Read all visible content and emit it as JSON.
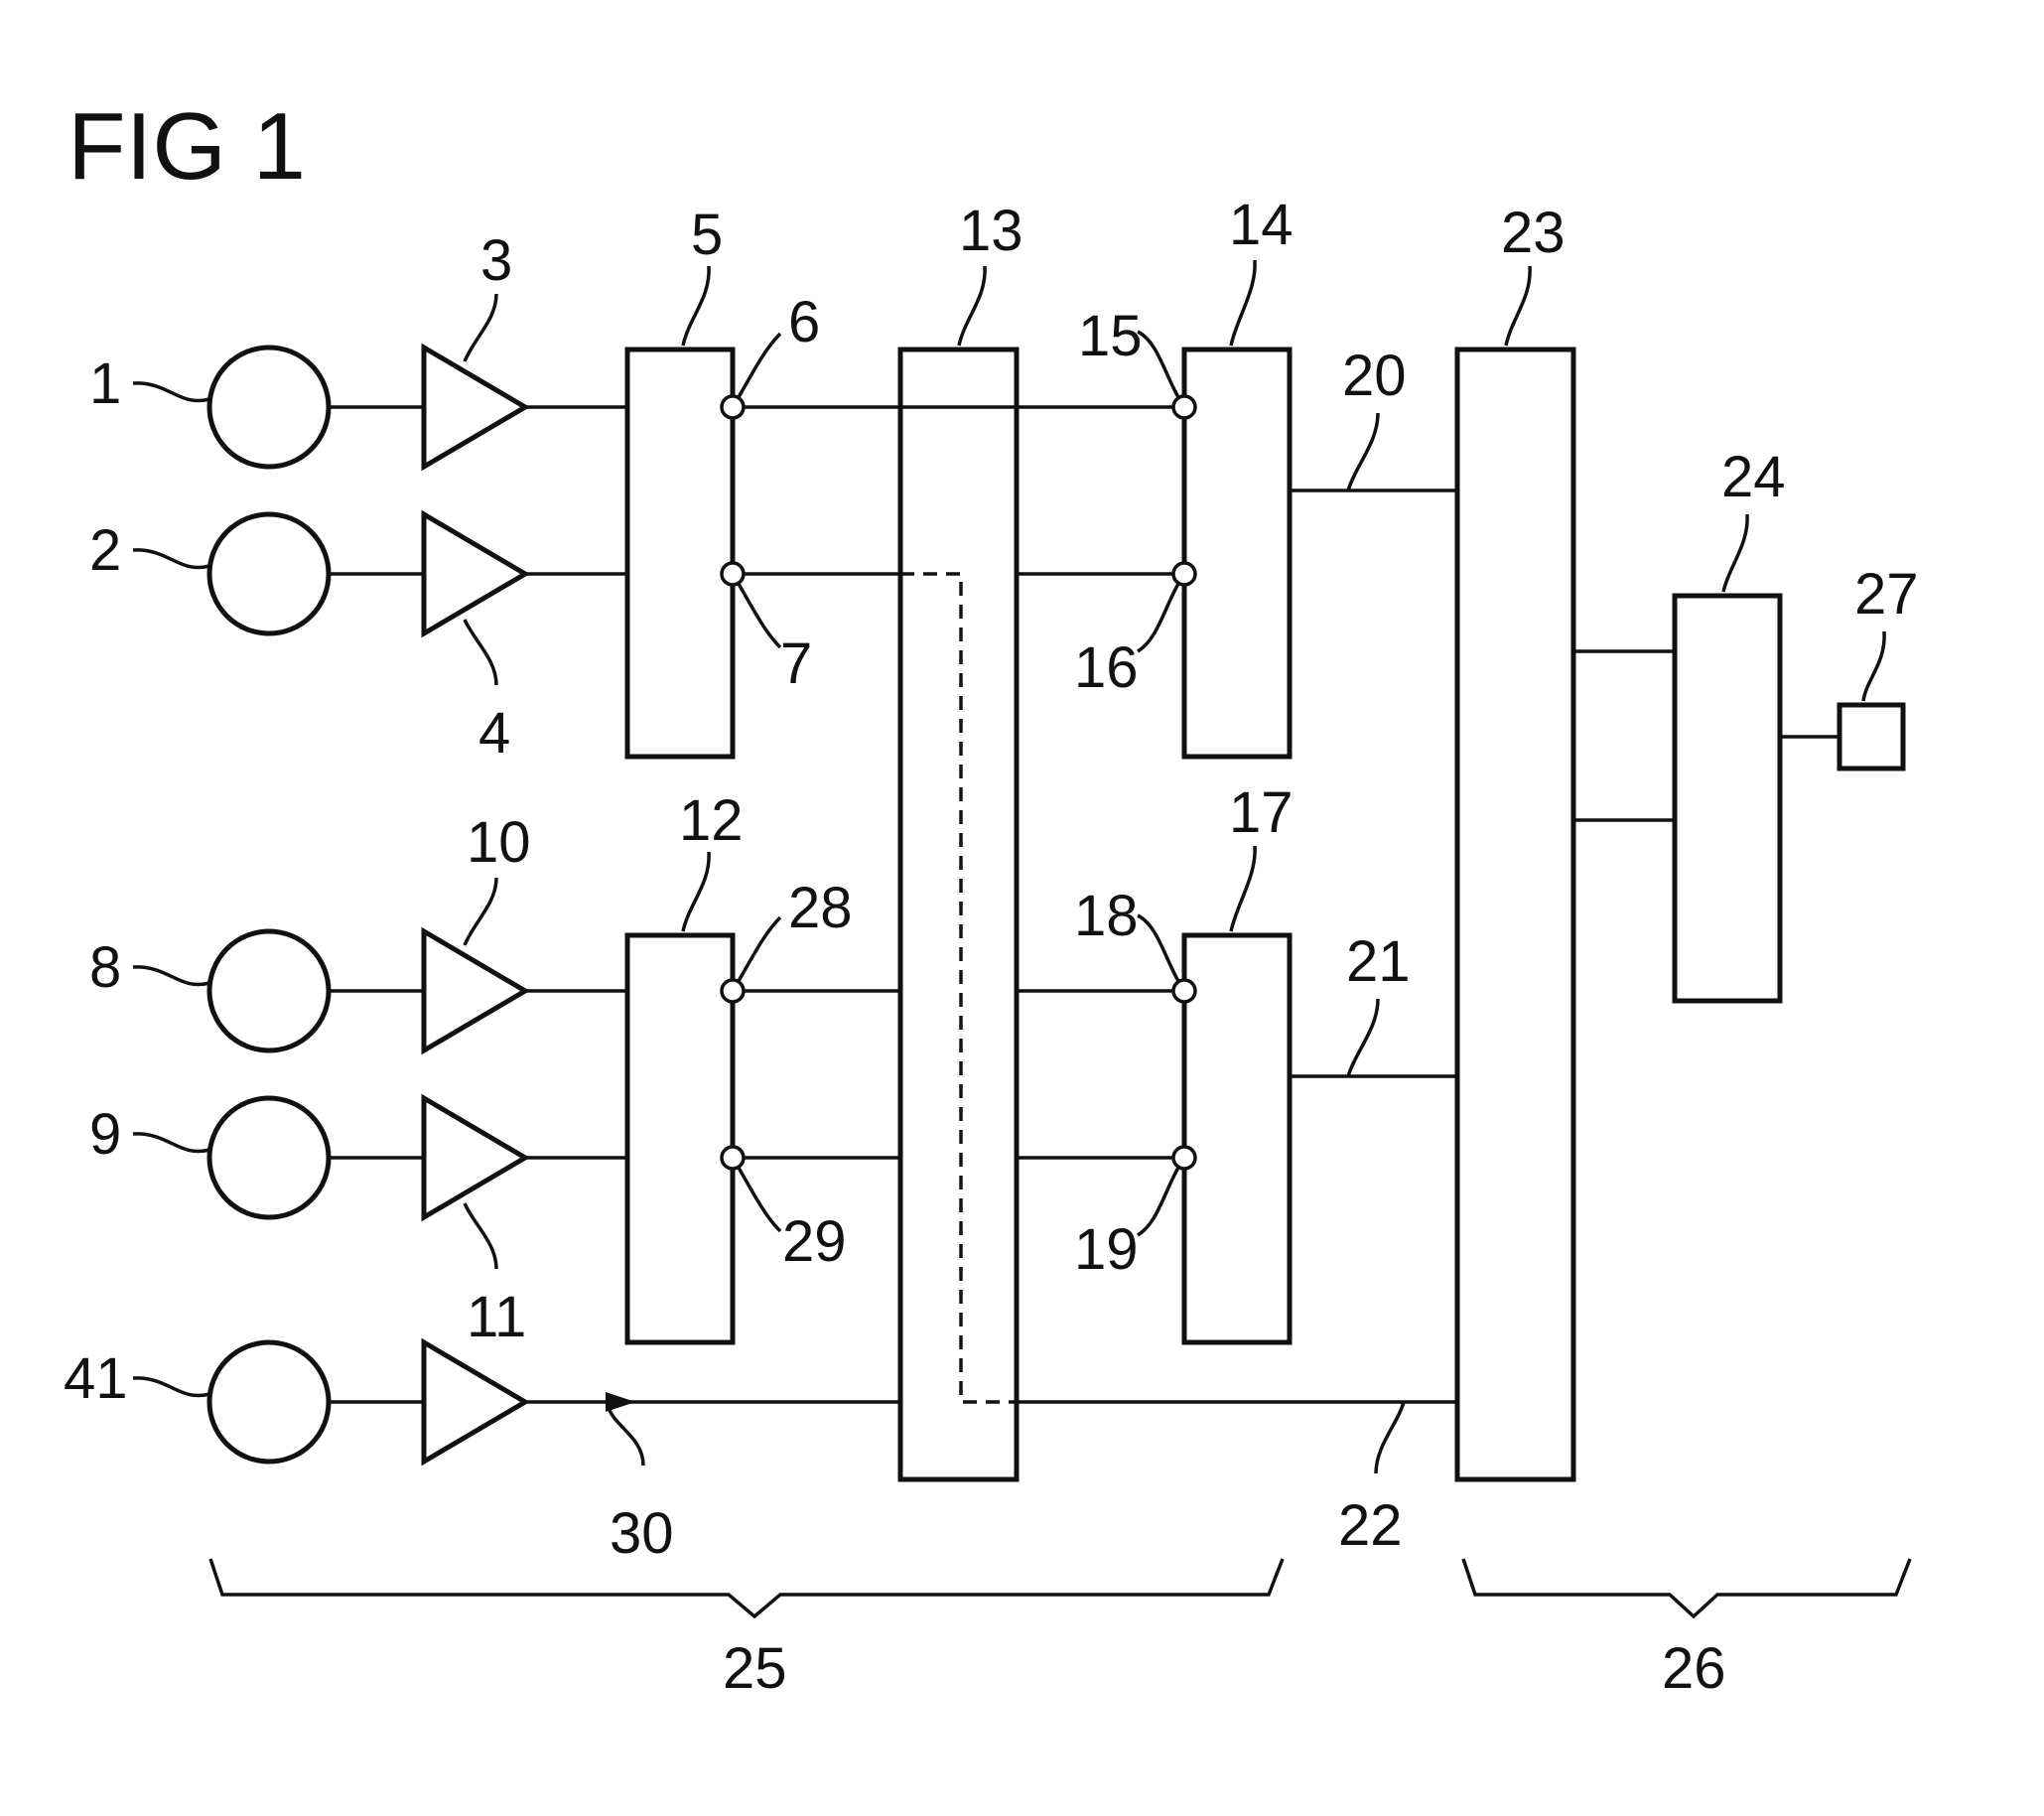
{
  "figure_title": "FIG 1",
  "labels": {
    "source_1": "1",
    "source_2": "2",
    "source_8": "8",
    "source_9": "9",
    "source_41": "41",
    "amp_3": "3",
    "amp_4": "4",
    "amp_10": "10",
    "amp_11": "11",
    "block_5": "5",
    "block_12": "12",
    "block_13": "13",
    "block_14": "14",
    "block_17": "17",
    "block_23": "23",
    "block_24": "24",
    "block_27": "27",
    "node_6": "6",
    "node_7": "7",
    "node_15": "15",
    "node_16": "16",
    "node_18": "18",
    "node_19": "19",
    "node_28": "28",
    "node_29": "29",
    "line_20": "20",
    "line_21": "21",
    "line_22": "22",
    "arrow_30": "30",
    "group_25": "25",
    "group_26": "26"
  }
}
